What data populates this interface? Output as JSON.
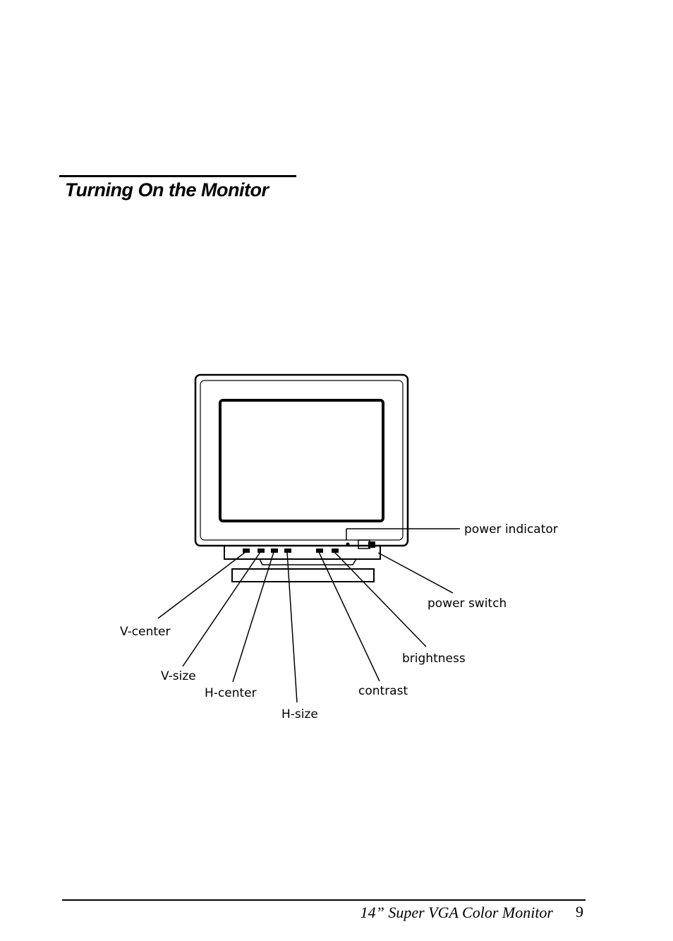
{
  "section": {
    "title": "Turning On the Monitor"
  },
  "figure": {
    "labels": {
      "power_indicator": "power indicator",
      "power_switch": "power switch",
      "v_center": "V-center",
      "v_size": "V-size",
      "h_center": "H-center",
      "h_size": "H-size",
      "contrast": "contrast",
      "brightness": "brightness"
    }
  },
  "footer": {
    "title": "14” Super VGA Color Monitor",
    "page_number": "9"
  }
}
